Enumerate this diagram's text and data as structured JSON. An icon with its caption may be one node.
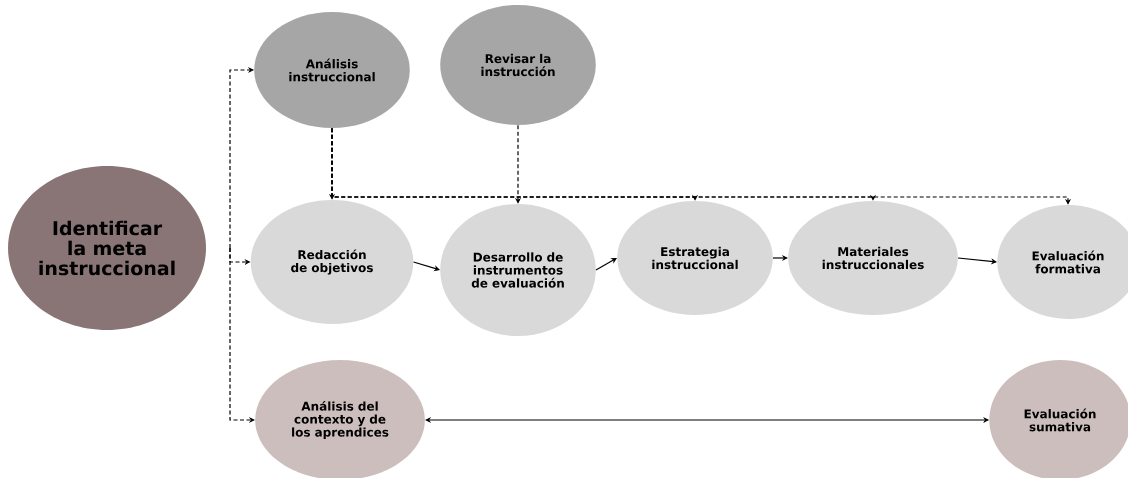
{
  "diagram": {
    "nodes": [
      {
        "text": [
          "Identificar la meta instruccional"
        ]
      },
      {
        "text": [
          "Análisis instruccional"
        ]
      },
      {
        "text": [
          "Revisar la instrucción"
        ]
      },
      {
        "text": [
          "Redacción de objetivos"
        ]
      },
      {
        "text": [
          "Desarrollo de instrumentos de evaluación"
        ]
      },
      {
        "text": [
          "Estrategia instruccional"
        ]
      },
      {
        "text": [
          "Materiales instruccionales"
        ]
      },
      {
        "text": [
          "Evaluación formativa"
        ]
      },
      {
        "text": [
          "Análisis del contexto y de los aprendices"
        ]
      },
      {
        "text": [
          "Evaluación sumativa"
        ]
      }
    ],
    "edges": [
      {
        "from": null,
        "to": 1,
        "arrow": "to",
        "style": "dashed"
      },
      {
        "from": null,
        "to": 3,
        "arrow": "to",
        "style": "dashed"
      },
      {
        "from": null,
        "to": 8,
        "arrow": "to",
        "style": "dashed"
      },
      {
        "from": 1,
        "to": 3,
        "arrow": "to",
        "style": "dashed"
      },
      {
        "from": 1,
        "to": 5,
        "arrow": "to",
        "style": "dashed"
      },
      {
        "from": 1,
        "to": 6,
        "arrow": "to",
        "style": "dashed"
      },
      {
        "from": 1,
        "to": 7,
        "arrow": "to",
        "style": "dashed"
      },
      {
        "from": 2,
        "to": 4,
        "arrow": "to",
        "style": "dashed"
      },
      {
        "from": 3,
        "to": 4,
        "arrow": "to"
      },
      {
        "from": 4,
        "to": 5,
        "arrow": "to"
      },
      {
        "from": 5,
        "to": 6,
        "arrow": "to"
      },
      {
        "from": 6,
        "to": 7,
        "arrow": "to"
      },
      {
        "from": 8,
        "to": 9,
        "arrow": "both"
      }
    ]
  }
}
